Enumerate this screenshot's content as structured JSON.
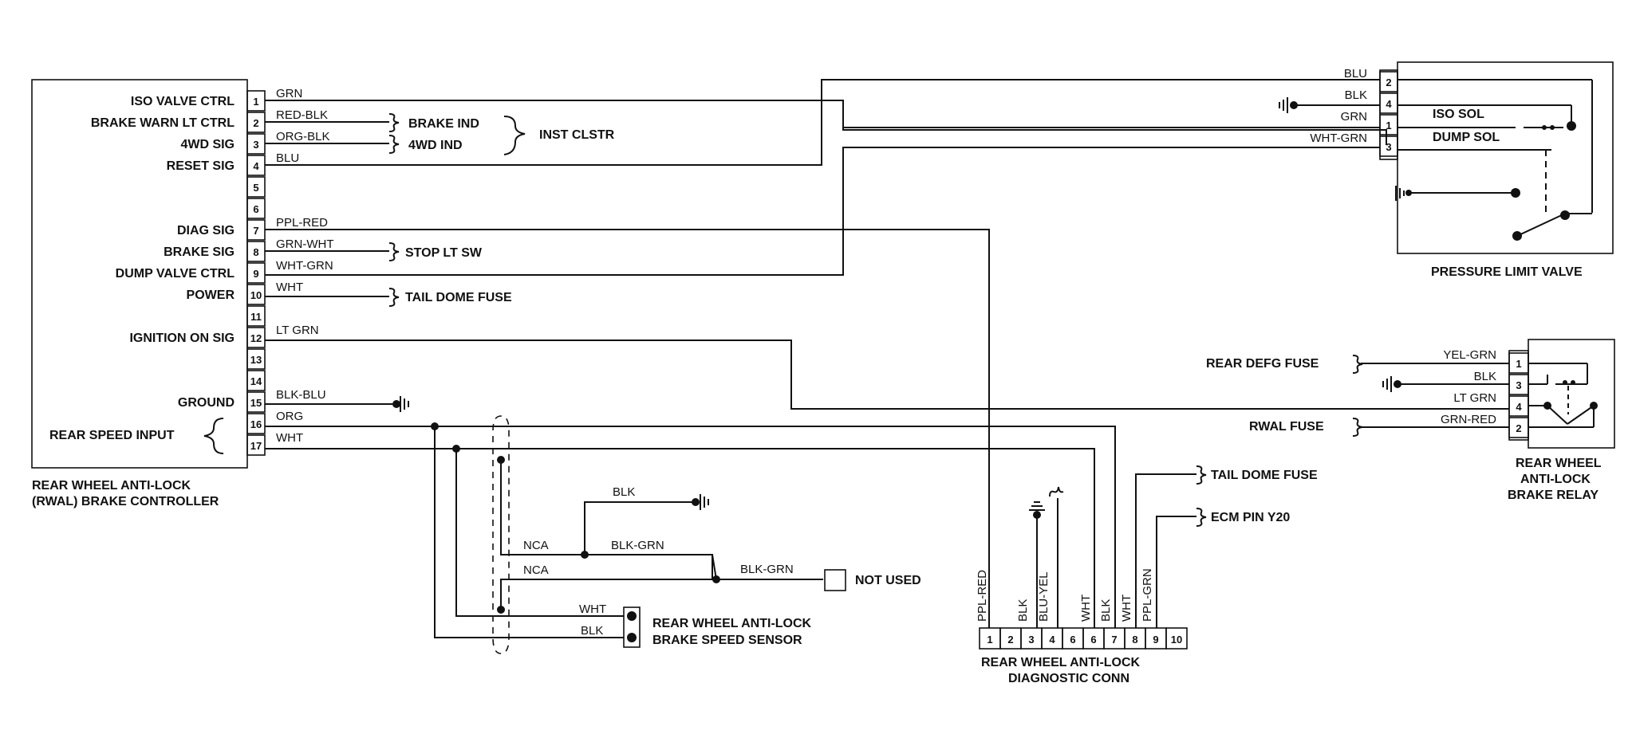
{
  "controller": {
    "title_line1": "REAR WHEEL ANTI-LOCK",
    "title_line2": "(RWAL) BRAKE CONTROLLER",
    "pins": [
      {
        "num": "1",
        "signal": "ISO VALVE CTRL",
        "wire": "GRN"
      },
      {
        "num": "2",
        "signal": "BRAKE WARN LT CTRL",
        "wire": "RED-BLK"
      },
      {
        "num": "3",
        "signal": "4WD SIG",
        "wire": "ORG-BLK"
      },
      {
        "num": "4",
        "signal": "RESET SIG",
        "wire": "BLU"
      },
      {
        "num": "5",
        "signal": "",
        "wire": ""
      },
      {
        "num": "6",
        "signal": "",
        "wire": ""
      },
      {
        "num": "7",
        "signal": "DIAG SIG",
        "wire": "PPL-RED"
      },
      {
        "num": "8",
        "signal": "BRAKE SIG",
        "wire": "GRN-WHT"
      },
      {
        "num": "9",
        "signal": "DUMP VALVE CTRL",
        "wire": "WHT-GRN"
      },
      {
        "num": "10",
        "signal": "POWER",
        "wire": "WHT"
      },
      {
        "num": "11",
        "signal": "",
        "wire": ""
      },
      {
        "num": "12",
        "signal": "IGNITION ON SIG",
        "wire": "LT GRN"
      },
      {
        "num": "13",
        "signal": "",
        "wire": ""
      },
      {
        "num": "14",
        "signal": "",
        "wire": ""
      },
      {
        "num": "15",
        "signal": "GROUND",
        "wire": "BLK-BLU"
      },
      {
        "num": "16",
        "signal": "",
        "wire": "ORG"
      },
      {
        "num": "17",
        "signal": "",
        "wire": "WHT"
      }
    ],
    "rear_speed_input": "REAR SPEED INPUT"
  },
  "destinations": {
    "brake_ind": "BRAKE IND",
    "wd_ind": "4WD IND",
    "inst_clstr": "INST CLSTR",
    "stop_lt_sw": "STOP LT SW",
    "tail_dome_fuse": "TAIL DOME FUSE"
  },
  "pressure_limit_valve": {
    "title": "PRESSURE LIMIT VALVE",
    "iso_sol": "ISO SOL",
    "dump_sol": "DUMP SOL",
    "pins": [
      {
        "num": "2",
        "wire": "BLU"
      },
      {
        "num": "4",
        "wire": "BLK"
      },
      {
        "num": "1",
        "wire": "GRN"
      },
      {
        "num": "3",
        "wire": "WHT-GRN"
      }
    ]
  },
  "relay": {
    "title_line1": "REAR WHEEL",
    "title_line2": "ANTI-LOCK",
    "title_line3": "BRAKE RELAY",
    "rear_defg_fuse": "REAR DEFG FUSE",
    "rwal_fuse": "RWAL FUSE",
    "pins": [
      {
        "num": "1",
        "wire": "YEL-GRN"
      },
      {
        "num": "3",
        "wire": "BLK"
      },
      {
        "num": "4",
        "wire": "LT GRN"
      },
      {
        "num": "2",
        "wire": "GRN-RED"
      }
    ]
  },
  "sensor": {
    "title_line1": "REAR WHEEL ANTI-LOCK",
    "title_line2": "BRAKE SPEED SENSOR",
    "wire_top": "WHT",
    "wire_bottom": "BLK",
    "blk": "BLK",
    "nca1": "NCA",
    "blk_grn1": "BLK-GRN",
    "nca2": "NCA",
    "blk_grn2": "BLK-GRN",
    "not_used": "NOT USED"
  },
  "diag_conn": {
    "title_line1": "REAR WHEEL ANTI-LOCK",
    "title_line2": "DIAGNOSTIC CONN",
    "pins": [
      "1",
      "2",
      "3",
      "4",
      "6",
      "6",
      "7",
      "8",
      "9",
      "10"
    ],
    "wires": [
      "PPL-RED",
      "BLK",
      "BLU-YEL",
      "WHT",
      "BLK",
      "WHT",
      "PPL-GRN"
    ],
    "tail_dome_fuse": "TAIL DOME FUSE",
    "ecm_pin": "ECM PIN Y20"
  }
}
